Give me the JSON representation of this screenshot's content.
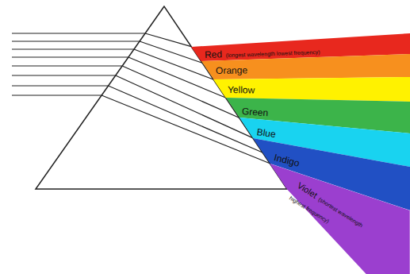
{
  "diagram": {
    "nodes": [
      {
        "text": [
          "Red",
          "(longest wavelength lowest frequency)"
        ]
      },
      {
        "text": [
          "Orange"
        ]
      },
      {
        "text": [
          "Yellow"
        ]
      },
      {
        "text": [
          "Green"
        ]
      },
      {
        "text": [
          "Blue"
        ]
      },
      {
        "text": [
          "Indigo"
        ]
      },
      {
        "text": [
          "Violet",
          "(shortest wavelength highest frequency)"
        ]
      }
    ]
  }
}
